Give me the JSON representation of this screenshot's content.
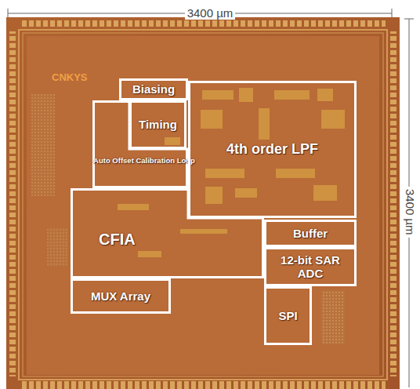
{
  "diagram": {
    "nodes": [
      {
        "text": [
          "Biasing"
        ]
      },
      {
        "text": [
          "Timing"
        ]
      },
      {
        "text": [
          "Auto Offset Calibration Loop"
        ]
      },
      {
        "text": [
          "4th order LPF"
        ]
      },
      {
        "text": [
          "CFIA"
        ]
      },
      {
        "text": [
          "Buffer"
        ]
      },
      {
        "text": [
          "12-bit SAR ADC"
        ]
      },
      {
        "text": [
          "MUX Array"
        ]
      },
      {
        "text": [
          "SPI"
        ]
      }
    ],
    "labels": [
      "3400 µm",
      "3400 µm",
      "CNKYS"
    ]
  }
}
